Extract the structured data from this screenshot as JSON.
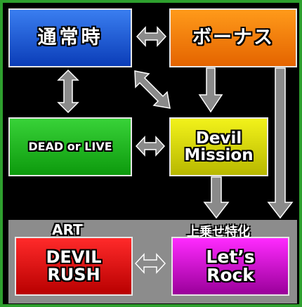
{
  "diagram": {
    "normal_mode": "通常時",
    "bonus": "ボーナス",
    "dead_or_live": "DEAD or LIVE",
    "devil_mission": {
      "line1": "Devil",
      "line2": "Mission"
    },
    "art_label": "ART",
    "devil_rush": {
      "line1": "DEVIL",
      "line2": "RUSH"
    },
    "uwanose_label": "上乗せ特化",
    "lets_rock": {
      "line1": "Let’s",
      "line2": "Rock"
    }
  },
  "colors": {
    "frame": "#2ea02e",
    "normal_mode": "#1654d8",
    "bonus": "#f57e00",
    "dead_or_live": "#1cb41c",
    "devil_mission": "#d8d800",
    "devil_rush": "#e00000",
    "lets_rock": "#d000d0",
    "arrow": "#8a8a8a"
  }
}
